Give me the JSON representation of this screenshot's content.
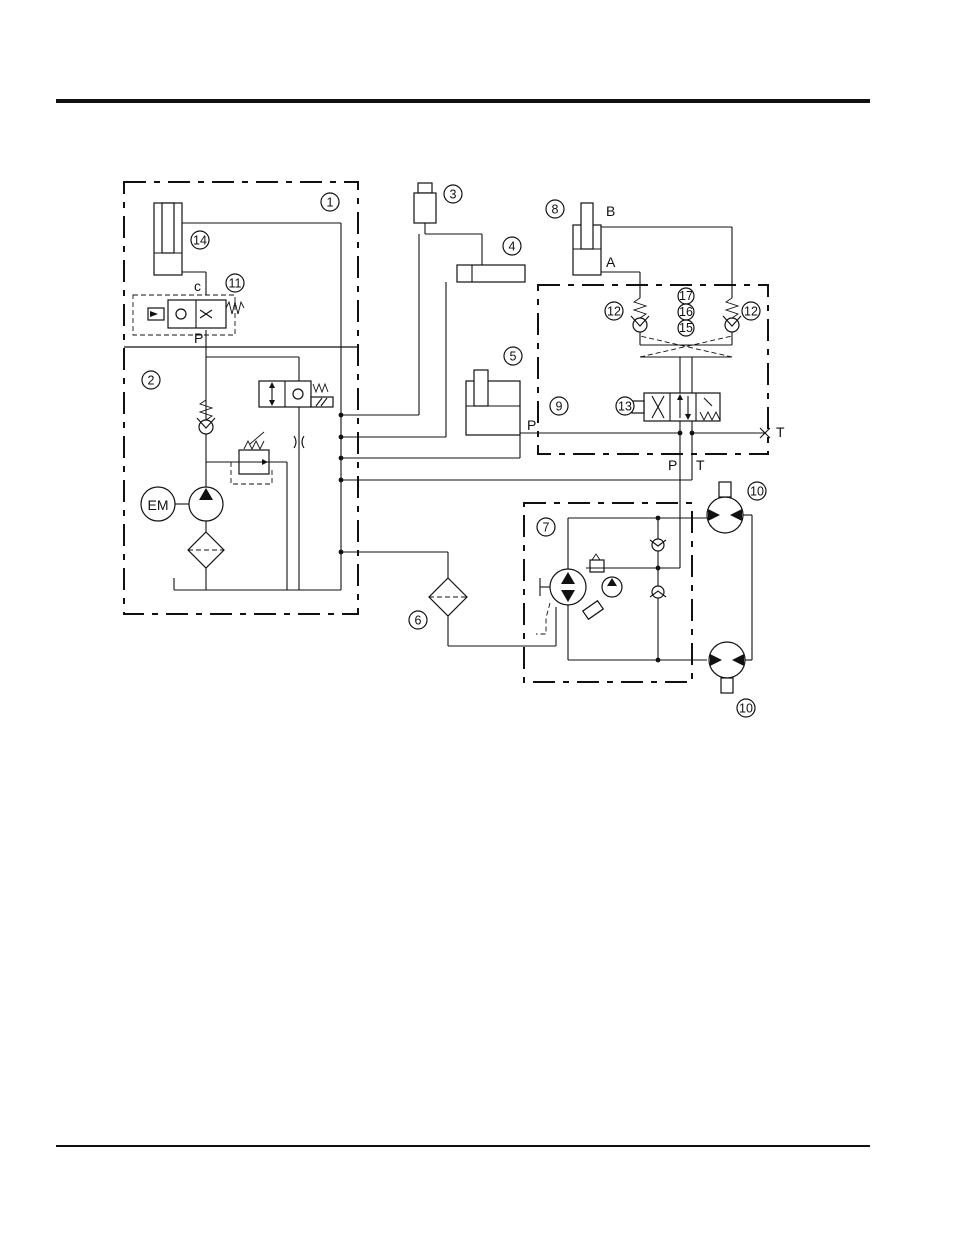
{
  "callouts": {
    "c1": "1",
    "c2": "2",
    "c3": "3",
    "c4": "4",
    "c5": "5",
    "c6": "6",
    "c7": "7",
    "c8": "8",
    "c9": "9",
    "c10a": "10",
    "c10b": "10",
    "c11": "11",
    "c12a": "12",
    "c12b": "12",
    "c13": "13",
    "c14": "14",
    "c15": "15",
    "c16": "16",
    "c17": "17"
  },
  "port_labels": {
    "c_port": "c",
    "p_port_left": "P",
    "b_port": "B",
    "a_port": "A",
    "p_line": "P",
    "t_right": "T",
    "p_bottom": "P",
    "t_bottom": "T"
  },
  "motor_label": "EM"
}
